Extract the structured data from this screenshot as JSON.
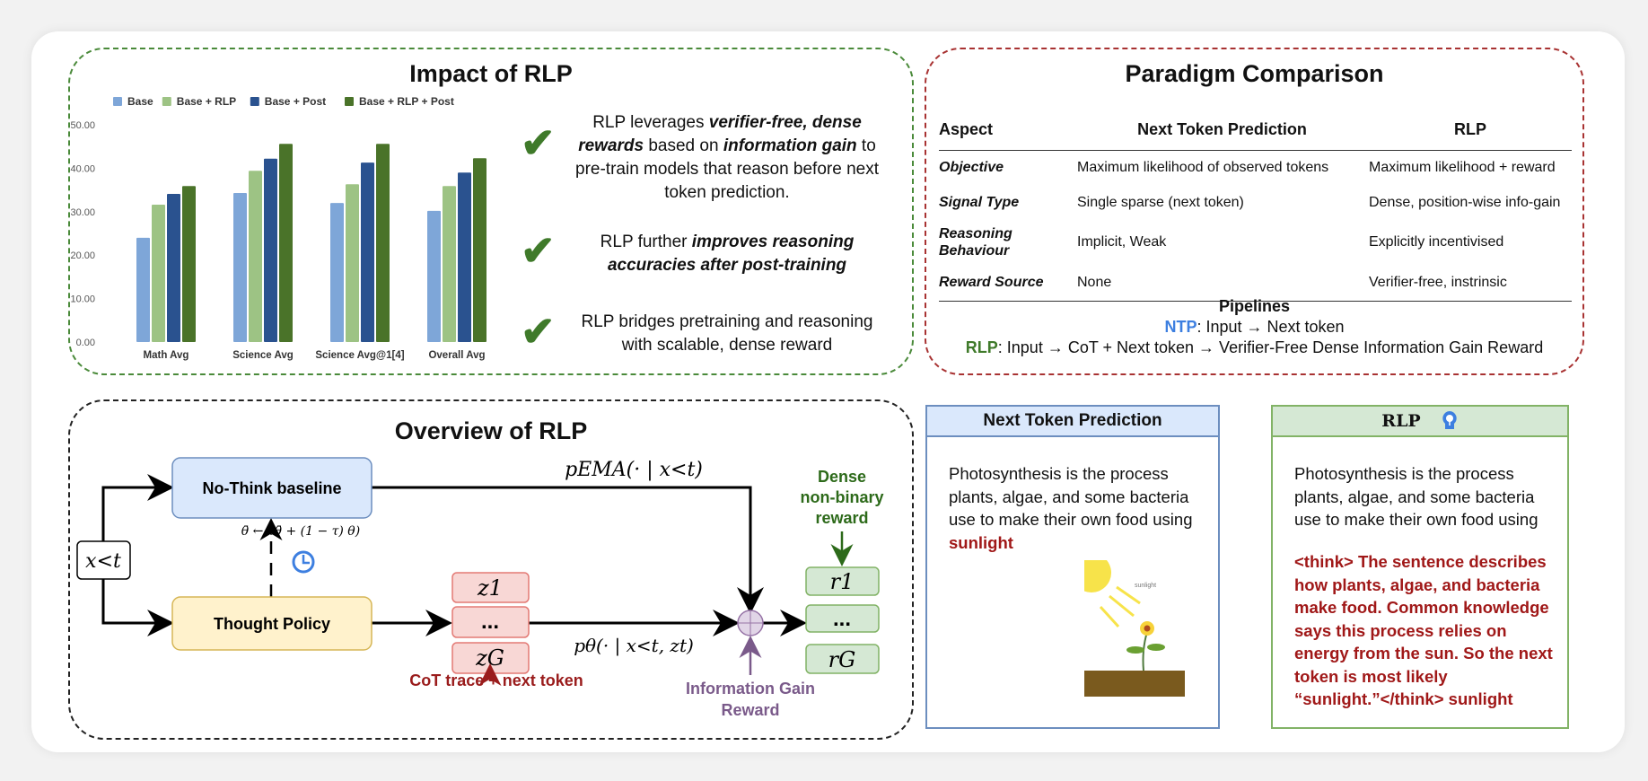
{
  "impact": {
    "title": "Impact of RLP",
    "points": [
      {
        "pre": "RLP leverages ",
        "b1": "verifier-free, dense rewards",
        "mid": " based on ",
        "b2": "information gain",
        "post": " to pre-train models that reason before next token prediction."
      },
      {
        "pre": "RLP further ",
        "b1": "improves reasoning accuracies after post-training",
        "mid": "",
        "b2": "",
        "post": ""
      },
      {
        "pre": "RLP bridges pretraining and reasoning with scalable, dense reward",
        "b1": "",
        "mid": "",
        "b2": "",
        "post": ""
      }
    ]
  },
  "chart_data": {
    "type": "bar",
    "title": "",
    "xlabel": "",
    "ylabel": "",
    "ylim": [
      0,
      50
    ],
    "yticks": [
      "0.00",
      "10.00",
      "20.00",
      "30.00",
      "40.00",
      "50.00"
    ],
    "categories": [
      "Math Avg",
      "Science Avg",
      "Science Avg@1[4]",
      "Overall Avg"
    ],
    "legend_position": "top",
    "series": [
      {
        "name": "Base",
        "color": "#7ea6d8",
        "values": [
          24.0,
          34.3,
          32.0,
          30.2
        ]
      },
      {
        "name": "Base + RLP",
        "color": "#9dc384",
        "values": [
          31.6,
          39.4,
          36.3,
          35.9
        ]
      },
      {
        "name": "Base + Post",
        "color": "#2a528f",
        "values": [
          34.1,
          42.2,
          41.3,
          39.0
        ]
      },
      {
        "name": "Base + RLP + Post",
        "color": "#4a7329",
        "values": [
          35.9,
          45.6,
          45.6,
          42.3
        ]
      }
    ]
  },
  "paradigm": {
    "title": "Paradigm Comparison",
    "headers": [
      "Aspect",
      "Next Token Prediction",
      "RLP"
    ],
    "rows": [
      [
        "Objective",
        "Maximum likelihood of observed tokens",
        "Maximum likelihood + reward"
      ],
      [
        "Signal Type",
        "Single sparse (next token)",
        "Dense, position-wise info-gain"
      ],
      [
        "Reasoning Behaviour",
        "Implicit, Weak",
        "Explicitly incentivised"
      ],
      [
        "Reward Source",
        "None",
        "Verifier-free, instrinsic"
      ]
    ],
    "pipelines_title": "Pipelines",
    "ntp_label": "NTP",
    "ntp_text": ": Input → Next token",
    "rlp_label": "RLP",
    "rlp_text": ": Input → CoT + Next token → Verifier-Free Dense Information Gain Reward"
  },
  "overview": {
    "title": "Overview of RLP",
    "no_think": "No-Think baseline",
    "thought_policy": "Thought Policy",
    "x_lt": "x<t",
    "p_ema": "pEMA(· | x<t)",
    "p_theta": "pθ(· | x<t, zt)",
    "ema_update": "θ̄ ← τθ̄ + (1 − τ) θ)",
    "z1": "z1",
    "zdots": "...",
    "zG": "zG",
    "r1": "r1",
    "rdots": "...",
    "rG": "rG",
    "dense_reward": [
      "Dense",
      "non-binary",
      "reward"
    ],
    "cot_label": "CoT trace + next token",
    "info_gain": [
      "Information Gain",
      "Reward"
    ]
  },
  "ntp_panel": {
    "title": "Next Token Prediction",
    "text": "Photosynthesis is the process plants, algae, and some bacteria use to make their own food using",
    "answer": "sunlight",
    "img_label": "sunlight"
  },
  "rlp_panel": {
    "title": "RLP",
    "text": "Photosynthesis is the process plants, algae, and some bacteria use to make their own food using",
    "think": "<think> The sentence describes how plants, algae, and bacteria make food. Common knowledge says this process relies on energy from the sun. So the next token is most likely “sunlight.”</think> sunlight"
  }
}
